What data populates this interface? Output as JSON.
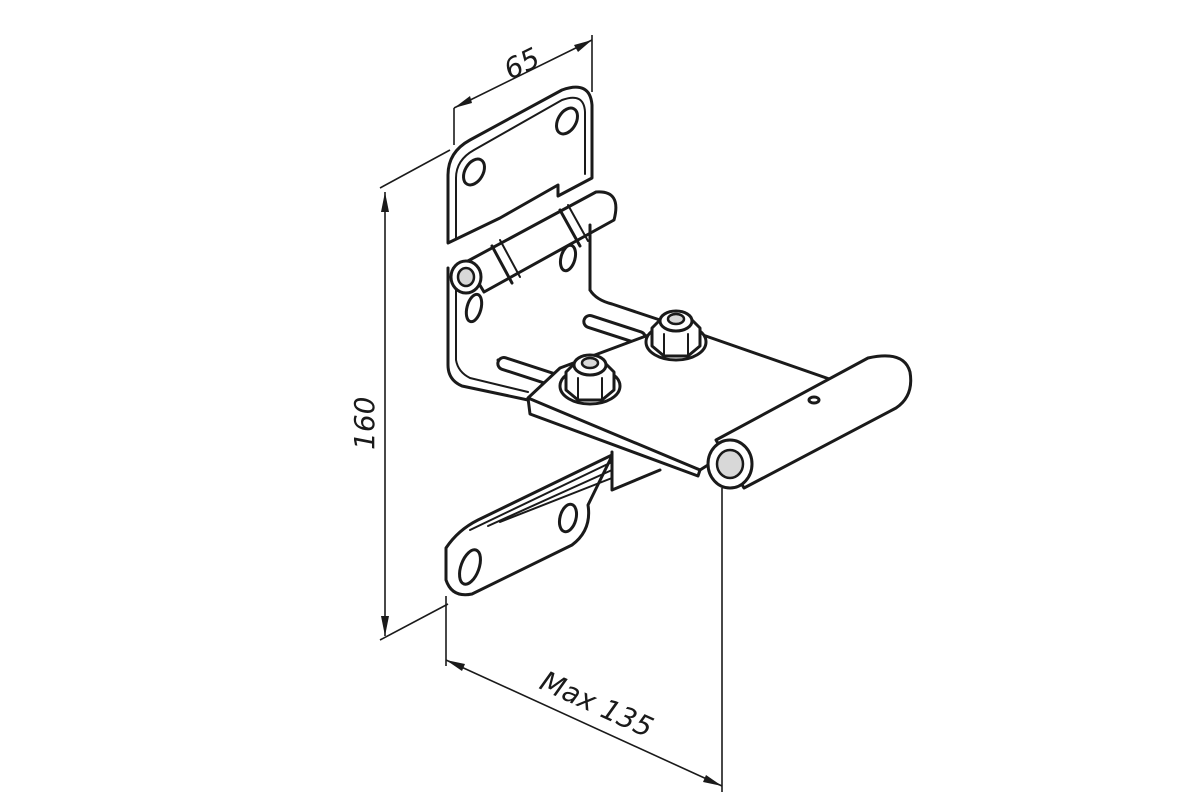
{
  "dimensions": {
    "width_label": "65",
    "height_label": "160",
    "depth_label": "Max 135"
  },
  "colors": {
    "line": "#1a1a1a",
    "background": "#ffffff"
  }
}
